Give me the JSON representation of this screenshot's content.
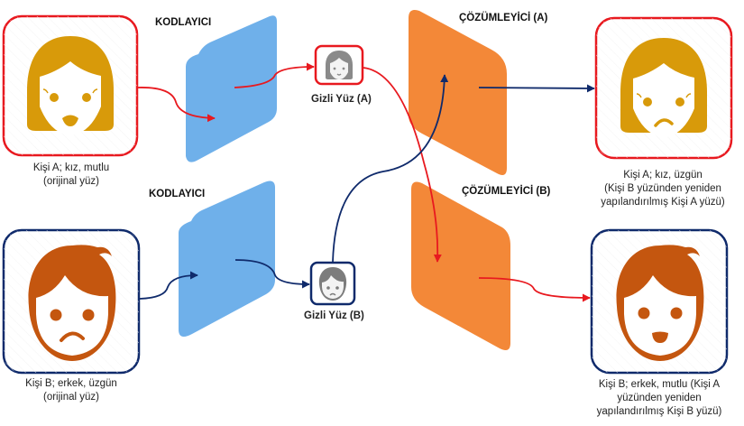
{
  "title": "Deepfake autoencoder face-swap diagram",
  "headers": {
    "encoder_top": "KODLAYICI",
    "encoder_bottom": "KODLAYICI",
    "decoder_a": "ÇÖZÜMLEYİCİ (A)",
    "decoder_b": "ÇÖZÜMLEYİCİ (B)"
  },
  "latents": {
    "a": "Gizli Yüz (A)",
    "b": "Gizli Yüz (B)"
  },
  "faces": {
    "input_a": {
      "line1": "Kişi A; kız, mutlu",
      "line2": "(orijinal yüz)",
      "expression": "happy",
      "gender": "female"
    },
    "input_b": {
      "line1": "Kişi B; erkek, üzgün",
      "line2": "(orijinal yüz)",
      "expression": "sad",
      "gender": "male"
    },
    "output_a": {
      "line1": "Kişi A; kız, üzgün",
      "line2": "(Kişi B yüzünden yeniden",
      "line3": "yapılandırılmış Kişi A yüzü)",
      "expression": "sad",
      "gender": "female"
    },
    "output_b": {
      "line1": "Kişi B; erkek, mutlu (Kişi A",
      "line2": "yüzünden yeniden",
      "line3": "yapılandırılmış Kişi B yüzü)",
      "expression": "happy",
      "gender": "male"
    }
  },
  "colors": {
    "person_a_border": "#e8191f",
    "person_b_border": "#0f2a6b",
    "girl_face": "#d89a0a",
    "boy_face": "#c4560f",
    "encoder": "#6fb0ea",
    "decoder": "#f38838",
    "latent_face": "#8a8a8a",
    "arrow_a": "#e8191f",
    "arrow_b": "#0f2a6b"
  }
}
